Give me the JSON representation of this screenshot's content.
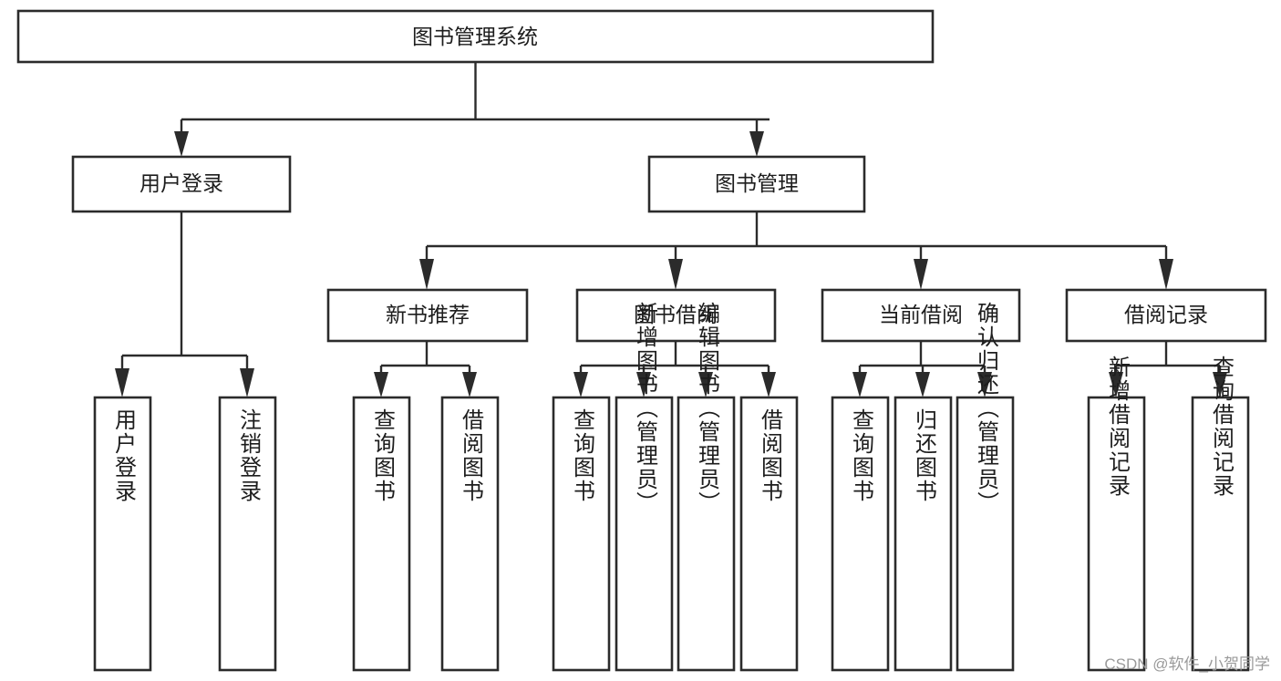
{
  "diagram": {
    "type": "tree-hierarchy",
    "title": "图书管理系统",
    "orientation": "top-down",
    "levels": 4,
    "root": {
      "id": "root",
      "label": "图书管理系统",
      "label_orientation": "horizontal"
    },
    "level2": [
      {
        "id": "user-login",
        "label": "用户登录",
        "label_orientation": "horizontal"
      },
      {
        "id": "book-manage",
        "label": "图书管理",
        "label_orientation": "horizontal"
      }
    ],
    "level3": [
      {
        "id": "new-book-rec",
        "label": "新书推荐",
        "label_orientation": "horizontal",
        "parent": "book-manage"
      },
      {
        "id": "book-borrow",
        "label": "图书借阅",
        "label_orientation": "horizontal",
        "parent": "book-manage"
      },
      {
        "id": "current-borrow",
        "label": "当前借阅",
        "label_orientation": "horizontal",
        "parent": "book-manage"
      },
      {
        "id": "borrow-record",
        "label": "借阅记录",
        "label_orientation": "horizontal",
        "parent": "book-manage"
      }
    ],
    "leaves": {
      "user-login": [
        {
          "id": "leaf-user-login",
          "label": "用户登录",
          "label_orientation": "vertical"
        },
        {
          "id": "leaf-user-logout",
          "label": "注销登录",
          "label_orientation": "vertical"
        }
      ],
      "new-book-rec": [
        {
          "id": "leaf-query-book-1",
          "label": "查询图书",
          "label_orientation": "vertical"
        },
        {
          "id": "leaf-borrow-book-1",
          "label": "借阅图书",
          "label_orientation": "vertical"
        }
      ],
      "book-borrow": [
        {
          "id": "leaf-query-book-2",
          "label": "查询图书",
          "label_orientation": "vertical"
        },
        {
          "id": "leaf-add-book",
          "label": "新增图书（管理员）",
          "label_orientation": "vertical"
        },
        {
          "id": "leaf-edit-book",
          "label": "编辑图书（管理员）",
          "label_orientation": "vertical"
        },
        {
          "id": "leaf-borrow-book-2",
          "label": "借阅图书",
          "label_orientation": "vertical"
        }
      ],
      "current-borrow": [
        {
          "id": "leaf-query-book-3",
          "label": "查询图书",
          "label_orientation": "vertical"
        },
        {
          "id": "leaf-return-book",
          "label": "归还图书",
          "label_orientation": "vertical"
        },
        {
          "id": "leaf-confirm-return",
          "label": "确认归还（管理员）",
          "label_orientation": "vertical"
        }
      ],
      "borrow-record": [
        {
          "id": "leaf-add-record",
          "label": "新增借阅记录",
          "label_orientation": "vertical"
        },
        {
          "id": "leaf-query-record",
          "label": "查询借阅记录",
          "label_orientation": "vertical"
        }
      ]
    }
  },
  "watermark": {
    "text": "CSDN @软件_小贺同学"
  },
  "colors": {
    "background": "#ffffff",
    "box_stroke": "#2b2b2b",
    "box_fill": "#ffffff",
    "connector": "#2b2b2b",
    "text": "#1d1d1d",
    "watermark": "#9a9a9a"
  }
}
